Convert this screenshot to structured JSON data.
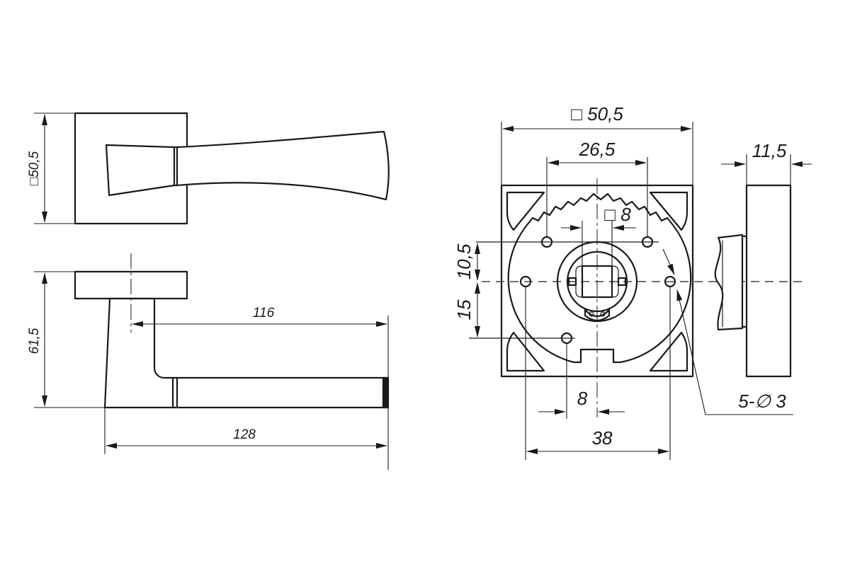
{
  "dimensions": {
    "front_rose_size": "□50,5",
    "side_height": "61,5",
    "lever_length_inner": "116",
    "lever_length_total": "128",
    "rose_size": "□ 50,5",
    "hole_spacing_top": "26,5",
    "spindle_square": "□ 8",
    "vertical_offset_upper": "10,5",
    "vertical_offset_lower": "15",
    "slot_width": "8",
    "hole_spacing_bottom": "38",
    "holes_callout": "5-∅ 3",
    "rose_thickness": "11,5"
  }
}
